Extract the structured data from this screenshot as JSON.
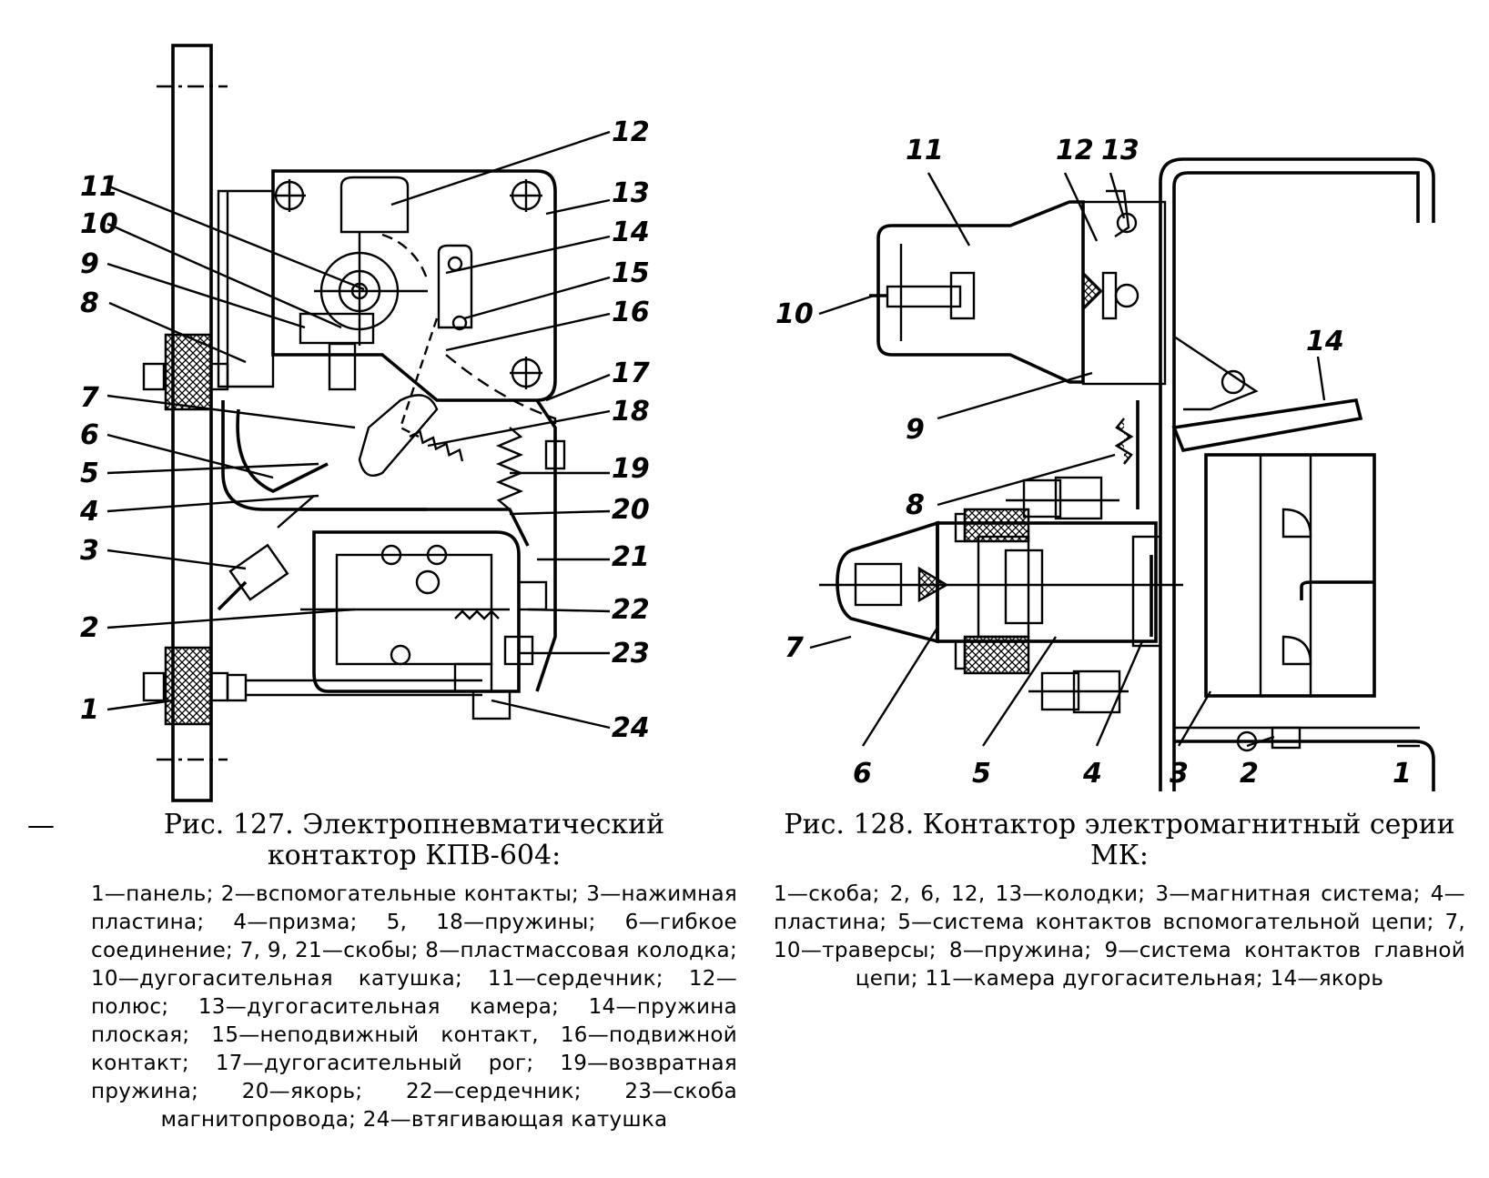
{
  "figures": [
    {
      "id": "fig127",
      "title": "Рис. 127. Электропневматический контактор КПВ-604:",
      "legend": "1—панель; 2—вспомогательные контакты; 3—нажимная пластина; 4—призма; 5, 18—пружины; 6—гибкое соединение; 7, 9, 21—скобы; 8—пластмассовая колодка; 10—дугогасительная катушка; 11—сердечник; 12—полюс; 13—дугогасительная камера; 14—пружина плоская; 15—неподвижный контакт, 16—подвижной контакт; 17—дугогасительный рог; 19—возвратная пружина; 20—якорь; 22—сердечник; 23—скоба магнитопровода; 24—втягивающая катушка",
      "labels_left": [
        "11",
        "10",
        "9",
        "8",
        "7",
        "6",
        "5",
        "4",
        "3",
        "2",
        "1"
      ],
      "labels_right": [
        "12",
        "13",
        "14",
        "15",
        "16",
        "17",
        "18",
        "19",
        "20",
        "21",
        "22",
        "23",
        "24"
      ]
    },
    {
      "id": "fig128",
      "title": "Рис. 128. Контактор электромагнитный серии МК:",
      "legend": "1—скоба; 2, 6, 12, 13—колодки; 3—магнитная система; 4—пластина; 5—система контактов вспомогательной цепи; 7, 10—траверсы; 8—пружина; 9—система контактов главной цепи; 11—камера дугогасительная; 14—якорь",
      "labels_top": [
        "11",
        "12",
        "13",
        "14"
      ],
      "labels_left": [
        "10",
        "9",
        "8",
        "7"
      ],
      "labels_bottom": [
        "6",
        "5",
        "4",
        "3",
        "2",
        "1"
      ]
    }
  ],
  "dash": "—"
}
